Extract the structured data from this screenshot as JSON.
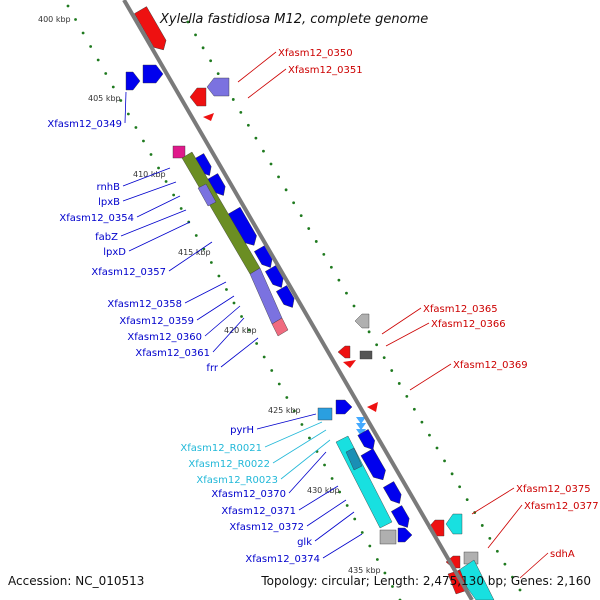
{
  "title": "Xylella fastidiosa M12, complete genome",
  "accession": "Accession: NC_010513",
  "topology": "Topology: circular; Length: 2,475,130 bp; Genes: 2,160",
  "colors": {
    "backbone": "#7a7a7a",
    "tick_dots": "#1f7a1f",
    "forward_label": "#0000cc",
    "reverse_label": "#cc0000",
    "rna_label": "#22b8d8",
    "gene_blue": "#0000ee",
    "gene_red": "#ee1111",
    "gene_violet": "#7b72e0",
    "gene_olive": "#6b8e23",
    "gene_magenta": "#e0198b",
    "gene_pink": "#f06b7f",
    "gene_cyan": "#18e0e0",
    "gene_gray": "#b0b0b0"
  },
  "kbp_marks": [
    "400 kbp",
    "405 kbp",
    "410 kbp",
    "415 kbp",
    "420 kbp",
    "425 kbp",
    "430 kbp",
    "435 kbp"
  ],
  "forward_labels": [
    {
      "name": "Xfasm12_0349",
      "kind": "gene"
    },
    {
      "name": "rnhB",
      "kind": "gene"
    },
    {
      "name": "lpxB",
      "kind": "gene"
    },
    {
      "name": "Xfasm12_0354",
      "kind": "gene"
    },
    {
      "name": "fabZ",
      "kind": "gene"
    },
    {
      "name": "lpxD",
      "kind": "gene"
    },
    {
      "name": "Xfasm12_0357",
      "kind": "gene"
    },
    {
      "name": "Xfasm12_0358",
      "kind": "gene"
    },
    {
      "name": "Xfasm12_0359",
      "kind": "gene"
    },
    {
      "name": "Xfasm12_0360",
      "kind": "gene"
    },
    {
      "name": "Xfasm12_0361",
      "kind": "gene"
    },
    {
      "name": "frr",
      "kind": "gene"
    },
    {
      "name": "pyrH",
      "kind": "gene"
    },
    {
      "name": "Xfasm12_R0021",
      "kind": "rna"
    },
    {
      "name": "Xfasm12_R0022",
      "kind": "rna"
    },
    {
      "name": "Xfasm12_R0023",
      "kind": "rna"
    },
    {
      "name": "Xfasm12_0370",
      "kind": "gene"
    },
    {
      "name": "Xfasm12_0371",
      "kind": "gene"
    },
    {
      "name": "Xfasm12_0372",
      "kind": "gene"
    },
    {
      "name": "glk",
      "kind": "gene"
    },
    {
      "name": "Xfasm12_0374",
      "kind": "gene"
    }
  ],
  "reverse_labels": [
    "Xfasm12_0350",
    "Xfasm12_0351",
    "Xfasm12_0365",
    "Xfasm12_0366",
    "Xfasm12_0369",
    "Xfasm12_0375",
    "Xfasm12_0377",
    "sdhA"
  ]
}
